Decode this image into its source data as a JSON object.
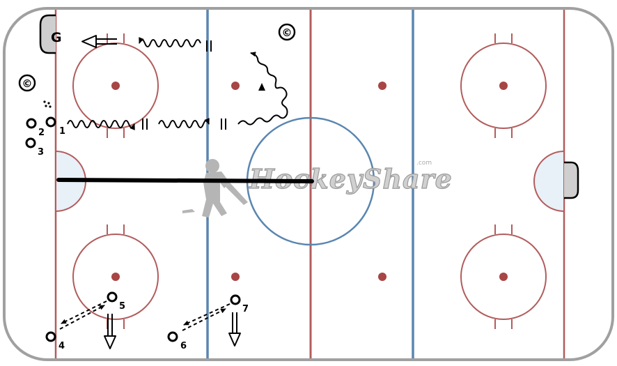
{
  "diagram": {
    "goalie_label": "G",
    "coach_symbol": "©",
    "watermark": "HockeyShare",
    "watermark_suffix": ".com",
    "players": [
      {
        "id": "p1",
        "num": "1"
      },
      {
        "id": "p2",
        "num": "2"
      },
      {
        "id": "p3",
        "num": "3"
      },
      {
        "id": "p4",
        "num": "4"
      },
      {
        "id": "p5",
        "num": "5"
      },
      {
        "id": "p6",
        "num": "6"
      },
      {
        "id": "p7",
        "num": "7"
      }
    ],
    "colors": {
      "board": "#a0a0a0",
      "red_line": "#b25c5c",
      "blue_line": "#5a86b0",
      "crease": "#e8f0f8",
      "faceoff_dot": "#a84545"
    }
  }
}
